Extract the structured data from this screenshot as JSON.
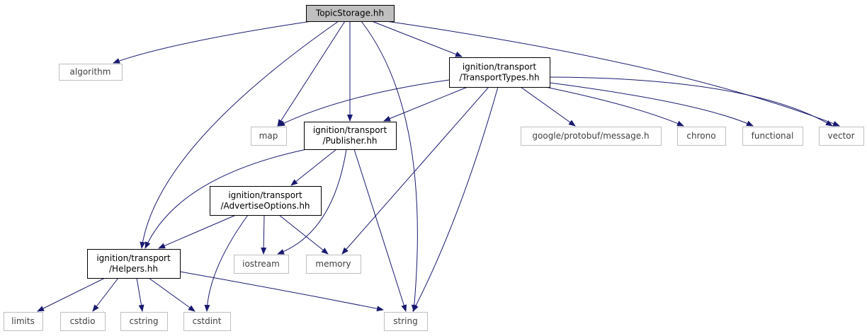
{
  "colors": {
    "edge": "#191970",
    "root_fill": "#bfbfbf",
    "box_stroke_dark": "#000000",
    "box_stroke_light": "#bfbfbf",
    "text_dark": "#000000",
    "text_light": "#3f3f3f"
  },
  "nodes": {
    "topicstorage": {
      "lines": [
        "TopicStorage.hh"
      ],
      "style": "root"
    },
    "algorithm": {
      "lines": [
        "algorithm"
      ],
      "style": "external"
    },
    "transporttypes": {
      "lines": [
        "ignition/transport",
        "/TransportTypes.hh"
      ],
      "style": "local"
    },
    "map": {
      "lines": [
        "map"
      ],
      "style": "external"
    },
    "publisher": {
      "lines": [
        "ignition/transport",
        "/Publisher.hh"
      ],
      "style": "local"
    },
    "protobuf": {
      "lines": [
        "google/protobuf/message.h"
      ],
      "style": "external"
    },
    "chrono": {
      "lines": [
        "chrono"
      ],
      "style": "external"
    },
    "functional": {
      "lines": [
        "functional"
      ],
      "style": "external"
    },
    "vector": {
      "lines": [
        "vector"
      ],
      "style": "external"
    },
    "advertiseoptions": {
      "lines": [
        "ignition/transport",
        "/AdvertiseOptions.hh"
      ],
      "style": "local"
    },
    "helpers": {
      "lines": [
        "ignition/transport",
        "/Helpers.hh"
      ],
      "style": "local"
    },
    "iostream": {
      "lines": [
        "iostream"
      ],
      "style": "external"
    },
    "memory": {
      "lines": [
        "memory"
      ],
      "style": "external"
    },
    "limits": {
      "lines": [
        "limits"
      ],
      "style": "external"
    },
    "cstdio": {
      "lines": [
        "cstdio"
      ],
      "style": "external"
    },
    "cstring": {
      "lines": [
        "cstring"
      ],
      "style": "external"
    },
    "cstdint": {
      "lines": [
        "cstdint"
      ],
      "style": "external"
    },
    "string": {
      "lines": [
        "string"
      ],
      "style": "external"
    }
  },
  "edges": [
    [
      "topicstorage",
      "algorithm"
    ],
    [
      "topicstorage",
      "transporttypes"
    ],
    [
      "topicstorage",
      "map"
    ],
    [
      "topicstorage",
      "publisher"
    ],
    [
      "topicstorage",
      "vector"
    ],
    [
      "topicstorage",
      "helpers"
    ],
    [
      "topicstorage",
      "string"
    ],
    [
      "transporttypes",
      "map"
    ],
    [
      "transporttypes",
      "publisher"
    ],
    [
      "transporttypes",
      "protobuf"
    ],
    [
      "transporttypes",
      "chrono"
    ],
    [
      "transporttypes",
      "functional"
    ],
    [
      "transporttypes",
      "vector"
    ],
    [
      "transporttypes",
      "memory"
    ],
    [
      "transporttypes",
      "string"
    ],
    [
      "publisher",
      "advertiseoptions"
    ],
    [
      "publisher",
      "helpers"
    ],
    [
      "publisher",
      "iostream"
    ],
    [
      "publisher",
      "string"
    ],
    [
      "advertiseoptions",
      "helpers"
    ],
    [
      "advertiseoptions",
      "iostream"
    ],
    [
      "advertiseoptions",
      "memory"
    ],
    [
      "advertiseoptions",
      "cstdint"
    ],
    [
      "helpers",
      "limits"
    ],
    [
      "helpers",
      "cstdio"
    ],
    [
      "helpers",
      "cstring"
    ],
    [
      "helpers",
      "cstdint"
    ],
    [
      "helpers",
      "string"
    ]
  ]
}
